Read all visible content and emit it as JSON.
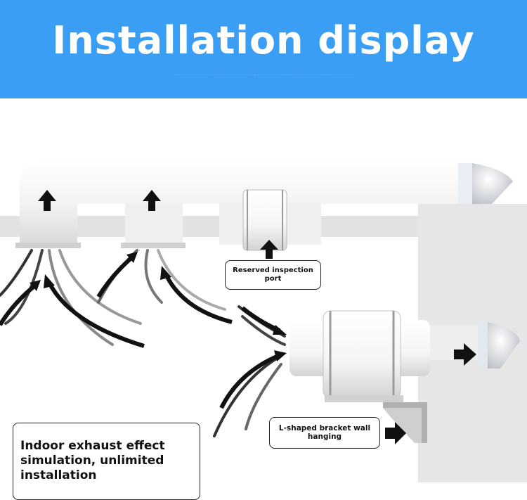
{
  "banner": {
    "title": "Installation display",
    "subtitle": "· · · · · · · · · · · · · · · · · · · · · · · · · · · · · · · · · · · · · · · · · · · · · · · · · · · · · · · · · · · · · · · · · · · · · · · · · · · · · · · · · · · · · · · · · · · · · · · · · · · · ·"
  },
  "callouts": {
    "inspection_port": "Reserved inspection port",
    "bracket": "L-shaped bracket wall hanging",
    "indoor": "Indoor exhaust effect simulation, unlimited installation"
  },
  "colors": {
    "banner": "#3a9ef4",
    "wall": "#e6e6e6",
    "pipe": "#f2f2f2",
    "arrow": "#111111"
  }
}
